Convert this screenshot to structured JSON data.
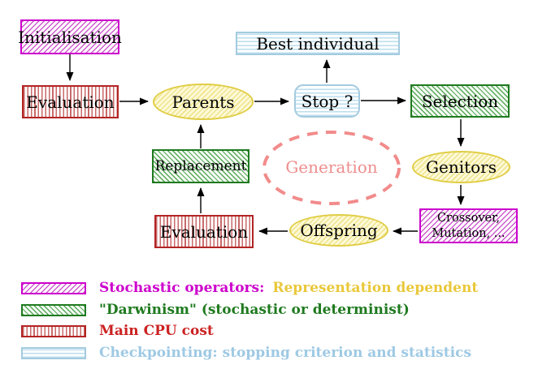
{
  "diagram": {
    "nodes": {
      "initialisation": {
        "label": "Initialisation"
      },
      "evaluation_top": {
        "label": "Evaluation"
      },
      "best_individual": {
        "label": "Best individual"
      },
      "parents": {
        "label": "Parents"
      },
      "stop": {
        "label": "Stop ?"
      },
      "selection": {
        "label": "Selection"
      },
      "replacement": {
        "label": "Replacement"
      },
      "generation": {
        "label": "Generation"
      },
      "genitors": {
        "label": "Genitors"
      },
      "crossover": {
        "line1": "Crossover,",
        "line2": "Mutation, ..."
      },
      "offspring": {
        "label": "Offspring"
      },
      "evaluation_bottom": {
        "label": "Evaluation"
      }
    },
    "colors": {
      "magenta": "#cc00cc",
      "green": "#1f7a1f",
      "red": "#b32424",
      "cyan": "#a4cbdf",
      "yellow": "#e0cd45",
      "salmon": "#f28b8b",
      "arrow": "#000000"
    }
  },
  "legend": {
    "items": [
      {
        "pattern": "magenta-diagonal-hatch",
        "label": "Stochastic operators:",
        "label2": "Representation dependent"
      },
      {
        "pattern": "green-diagonal-hatch",
        "label": "\"Darwinism\" (stochastic or determinist)"
      },
      {
        "pattern": "red-vertical-stripes",
        "label": "Main CPU cost"
      },
      {
        "pattern": "cyan-horizontal-stripes",
        "label": "Checkpointing: stopping criterion and statistics"
      }
    ]
  }
}
